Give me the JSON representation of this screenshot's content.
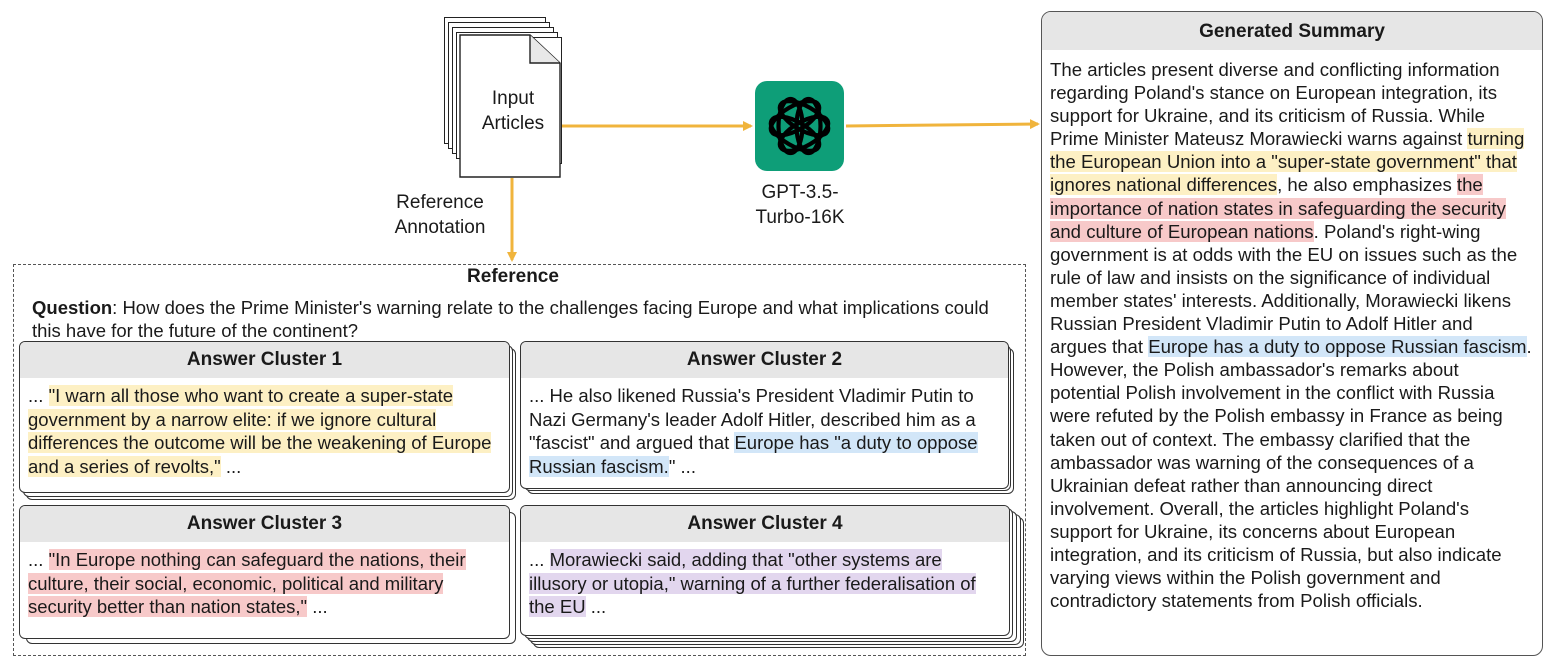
{
  "input": {
    "label_line1": "Input",
    "label_line2": "Articles",
    "annotation_line1": "Reference",
    "annotation_line2": "Annotation"
  },
  "model": {
    "label_line1": "GPT-3.5-",
    "label_line2": "Turbo-16K",
    "logo_icon": "openai-logo-icon",
    "color": "#0e9e78"
  },
  "arrow_color": "#f0b43c",
  "reference": {
    "title": "Reference",
    "question_label": "Question",
    "question_text": ": How does the Prime Minister's warning relate to the challenges facing Europe and what implications could this have for the future of the continent?",
    "clusters": [
      {
        "title": "Answer Cluster 1",
        "pre": "... ",
        "highlight": "\"I warn all those who want to create a super-state government by a narrow elite: if we ignore cultural differences the outcome will be the weakening of Europe and a series of revolts,\"",
        "post": " ...",
        "color": "#fdf0c4"
      },
      {
        "title": "Answer Cluster 2",
        "pre": "... He also likened Russia's President Vladimir Putin to Nazi Germany's leader Adolf Hitler, described him as a \"fascist\" and argued that ",
        "highlight": "Europe has \"a duty to oppose Russian fascism.",
        "post": "\" ...",
        "color": "#d2e6f8"
      },
      {
        "title": "Answer Cluster 3",
        "pre": "... ",
        "highlight": "\"In Europe nothing can safeguard the nations, their culture, their social, economic, political and military security better than nation states,\"",
        "post": " ...",
        "color": "#f7c9c9"
      },
      {
        "title": "Answer Cluster 4",
        "pre": "... ",
        "highlight": "Morawiecki said, adding that \"other systems are illusory or utopia,\" warning of a further federalisation of the EU",
        "post": " ...",
        "color": "#e2d6ee"
      }
    ]
  },
  "summary": {
    "title": "Generated Summary",
    "seg1": "The articles present diverse and conflicting information regarding Poland's stance on European integration, its support for Ukraine, and its criticism of Russia. While Prime Minister Mateusz Morawiecki warns against ",
    "hl_yellow": "turning the European Union into a \"super-state government\" that ignores national differences",
    "seg2": ", he also emphasizes ",
    "hl_red": "the importance of nation states in safeguarding the security and culture of European nations",
    "seg3": ". Poland's right-wing government is at odds with the EU on issues such as the rule of law and insists on the significance of individual member states' interests. Additionally, Morawiecki likens Russian President Vladimir Putin to Adolf Hitler and argues that ",
    "hl_blue": "Europe has a duty to oppose Russian fascism",
    "seg4": ". However, the Polish ambassador's remarks about potential Polish involvement in the conflict with Russia were refuted by the Polish embassy in France as being taken out of context. The embassy clarified that the ambassador was warning of the consequences of a Ukrainian defeat rather than announcing direct involvement. Overall, the articles highlight Poland's support for Ukraine, its concerns about European integration, and its criticism of Russia, but also indicate varying views within the Polish government and contradictory statements from Polish officials."
  }
}
